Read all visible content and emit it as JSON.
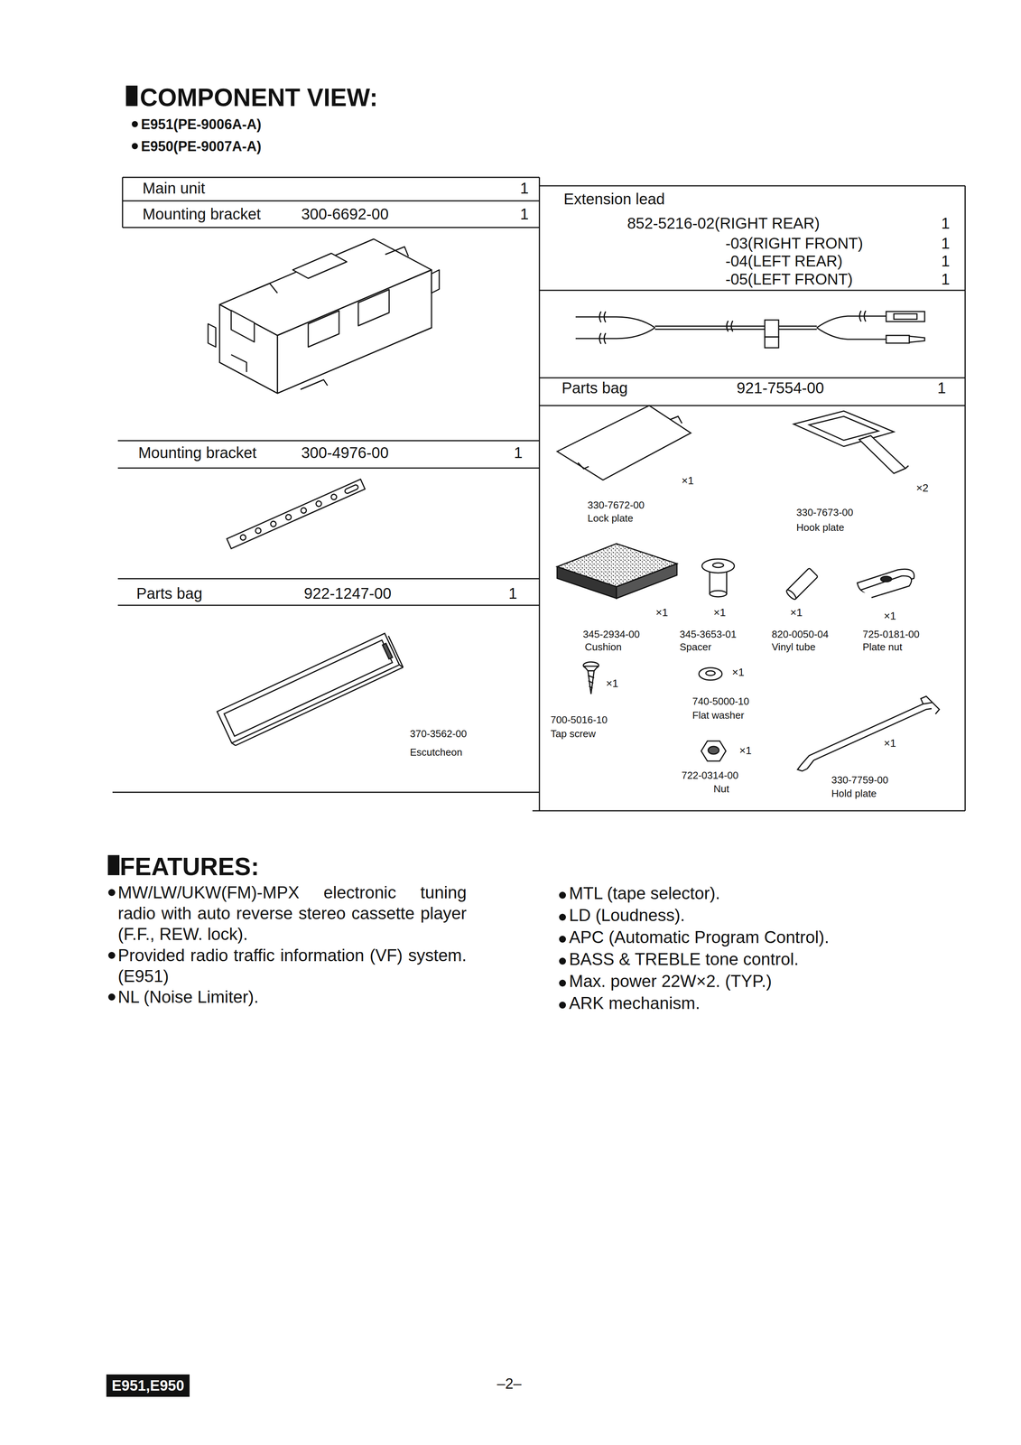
{
  "diagram": {
    "title": "COMPONENT VIEW:",
    "nodes": [
      {
        "text": [
          "Main unit",
          "1"
        ]
      },
      {
        "text": [
          "Mounting bracket",
          "300-6692-00",
          "1"
        ]
      },
      {
        "text": [
          "Mounting bracket",
          "300-4976-00",
          "1"
        ]
      },
      {
        "text": [
          "Parts bag",
          "922-1247-00",
          "1"
        ]
      },
      {
        "text": [
          "Extension lead",
          "852-5216-02(RIGHT REAR)",
          "1",
          "-03(RIGHT FRONT)",
          "1",
          "-04(LEFT REAR)",
          "1",
          "-05(LEFT FRONT)",
          "1"
        ]
      },
      {
        "text": [
          "Parts bag",
          "921-7554-00",
          "1"
        ]
      }
    ],
    "labels": [
      "E951(PE-9006A-A)",
      "E950(PE-9007A-A)",
      "×1",
      "330-7672-00",
      "Lock plate",
      "×2",
      "330-7673-00",
      "Hook plate",
      "×1",
      "×1",
      "×1",
      "×1",
      "345-2934-00",
      "Cushion",
      "345-3653-01",
      "Spacer",
      "820-0050-04",
      "Vinyl tube",
      "725-0181-00",
      "Plate nut",
      "×1",
      "700-5016-10",
      "Tap screw",
      "×1",
      "740-5000-10",
      "Flat washer",
      "×1",
      "722-0314-00",
      "Nut",
      "×1",
      "330-7759-00",
      "Hold plate",
      "370-3562-00",
      "Escutcheon",
      "FEATURES:",
      "MW/LW/UKW(FM)-MPX electronic tuning radio with auto reverse stereo cassette player (F.F., REW. lock).",
      "Provided radio traffic information (VF) system. (E951)",
      "NL (Noise Limiter).",
      "MTL (tape selector).",
      "LD (Loudness).",
      "APC (Automatic Program Control).",
      "BASS & TREBLE tone control.",
      "Max. power 22W×2. (TYP.)",
      "ARK mechanism.",
      "E951,E950",
      "–2–"
    ]
  }
}
